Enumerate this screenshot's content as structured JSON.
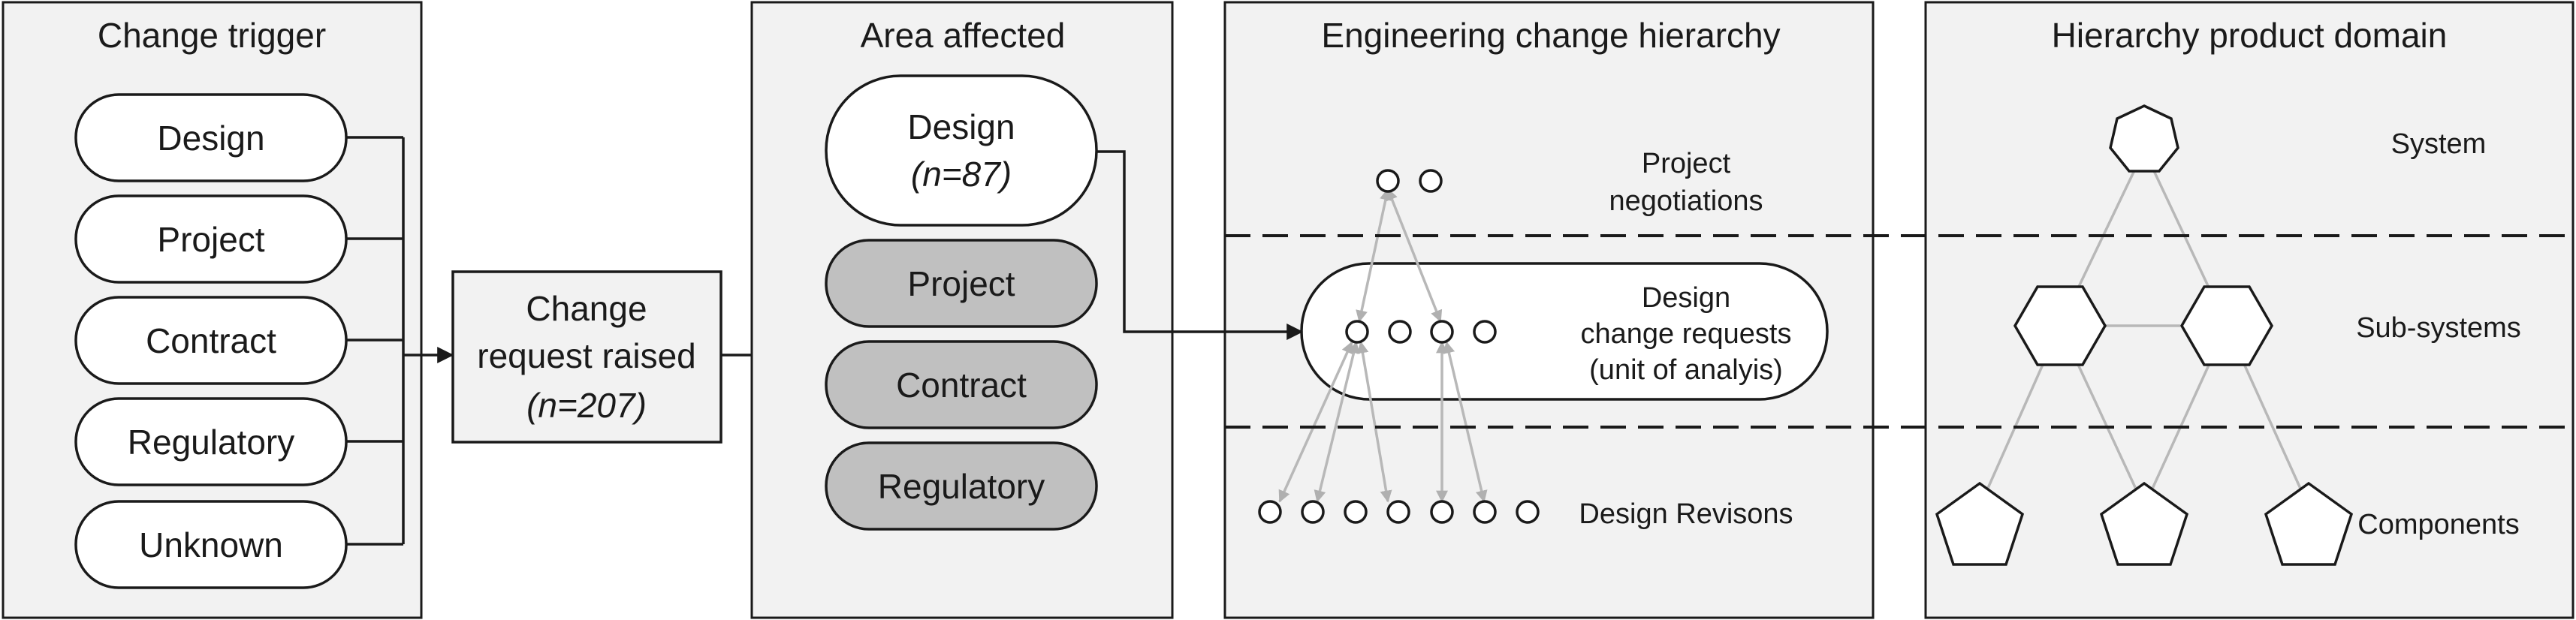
{
  "panels": {
    "trigger": {
      "title": "Change trigger",
      "items": [
        "Design",
        "Project",
        "Contract",
        "Regulatory",
        "Unknown"
      ]
    },
    "raised": {
      "line1": "Change",
      "line2": "request raised",
      "line3": "(n=207)"
    },
    "area": {
      "title": "Area affected",
      "design_label": "Design",
      "design_n": "(n=87)",
      "items": [
        "Project",
        "Contract",
        "Regulatory"
      ]
    },
    "hierarchy": {
      "title": "Engineering change hierarchy",
      "level1_line1": "Project",
      "level1_line2": "negotiations",
      "level2_line1": "Design",
      "level2_line2": "change requests",
      "level2_line3": "(unit of analyis)",
      "level3": "Design Revisons"
    },
    "product": {
      "title": "Hierarchy product domain",
      "system": "System",
      "subsystems": "Sub-systems",
      "components": "Components"
    }
  },
  "colors": {
    "panel_bg": "#f2f2f2",
    "highlight_pill": "#ffffff",
    "muted_pill": "#c0c0c0",
    "link_grey": "#b8b8b8",
    "ink": "#1a1a1a"
  },
  "icons": [
    "heptagon-icon",
    "hexagon-icon",
    "pentagon-icon",
    "circle-node-icon",
    "arrowhead-icon"
  ]
}
